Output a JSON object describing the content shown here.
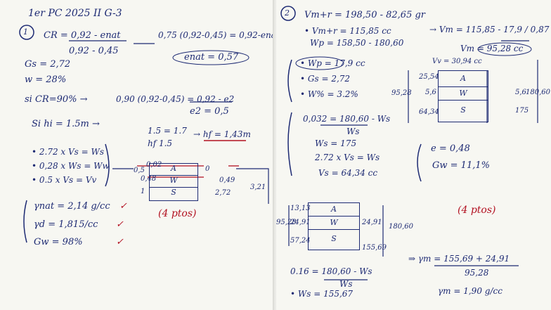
{
  "left": {
    "header": "1er PC 2025 II G-3",
    "q_number": "1",
    "eq1": "CR = 0,92 - enat",
    "eq1_den": "0,92 - 0,45",
    "eq2": "0,75 (0,92-0,45) = 0,92-enat",
    "enat": "enat = 0,57",
    "gs": "Gs = 2,72",
    "w": "w = 28%",
    "si_cr": "si CR=90% →",
    "eq3": "0,90 (0,92-0,45) = 0,92 - e2",
    "e2": "e2 = 0,5",
    "si_hi": "Si hi = 1.5m →",
    "ratio1": "1.5 = 1.7",
    "ratio2": "hf   1.5",
    "hf": "→ hf = 1,43m",
    "line1": "• 2.72 x Vs = Ws",
    "line2": "• 0,28 x Ws = Ww",
    "line3": "• 0.5 x Vs = Vv",
    "dia_left_top": "0,02",
    "dia_left_top2": "0,5",
    "dia_left_mid": "0,48",
    "dia_left_bot": "1",
    "dia_right_top": "0",
    "dia_right_mid": "0,49",
    "dia_right_bot": "2,72",
    "dia_right_total": "3,21",
    "dia_label_a": "A",
    "dia_label_w": "W",
    "dia_label_s": "S",
    "gnat": "γnat = 2,14 g/cc",
    "gd": "γd = 1,815/cc",
    "gw": "Gw = 98%",
    "points": "(4 ptos)"
  },
  "right": {
    "q_number": "2",
    "r1": "Vm+r = 198,50 - 82,65 gr",
    "r2": "• Vm+r = 115,85 cc",
    "r3": "Wp = 158,50 - 180,60",
    "r4": "• Wp = 17,9 cc",
    "r5": "• Gs = 2,72",
    "r6": "• W% = 3.2%",
    "vm_calc": "→ Vm = 115,85 - 17,9 / 0,87",
    "vm_result": "Vm = 95,28 cc",
    "vv_top": "Vv = 30,94 cc",
    "d1_a": "A",
    "d1_w": "W",
    "d1_s": "S",
    "d1_left1": "25,54",
    "d1_left2": "5,6",
    "d1_left3": "64,34",
    "d1_total": "95,28",
    "d1_right1": "5,6",
    "d1_right2": "175",
    "d1_right_total": "180,60",
    "s1": "0,032 = 180,60 - Ws",
    "s1_den": "Ws",
    "s2": "Ws = 175",
    "s3": "2.72 x Vs = Ws",
    "s4": "Vs = 64,34 cc",
    "e": "e = 0,48",
    "gw": "Gw = 11,1%",
    "d2_a": "A",
    "d2_w": "W",
    "d2_s": "S",
    "d2_left1": "13,13",
    "d2_left2": "24,91",
    "d2_left3": "57,24",
    "d2_total": "95,28",
    "d2_right1": "24,91",
    "d2_right2": "155,69",
    "d2_right_total": "180,60",
    "points": "(4 ptos)",
    "s5": "0.16 = 180,60 - Ws",
    "s5_den": "Ws",
    "s6": "• Ws = 155,67",
    "gm": "⇒ γm = 155,69 + 24,91",
    "gm_den": "95,28",
    "gm_result": "γm = 1,90 g/cc"
  }
}
